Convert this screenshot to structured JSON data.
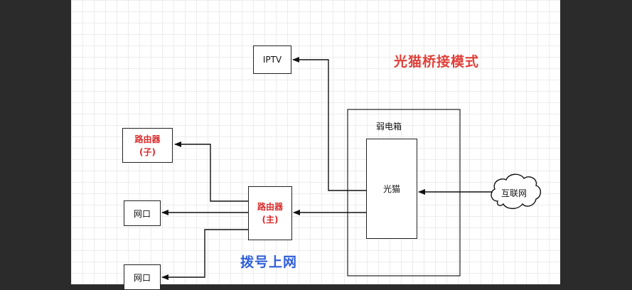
{
  "title": "光猫桥接模式",
  "subtitle": "拨号上网",
  "nodes": {
    "iptv": "IPTV",
    "router_sub_name": "路由器",
    "router_sub_tag": "(子)",
    "router_main_name": "路由器",
    "router_main_tag": "(主)",
    "port1": "网口",
    "port2": "网口",
    "cabinet": "弱电箱",
    "modem": "光猫",
    "internet": "互联网"
  },
  "colors": {
    "title": "#e0403a",
    "subtitle": "#2f5fd8",
    "router_text": "#d92b2b"
  }
}
